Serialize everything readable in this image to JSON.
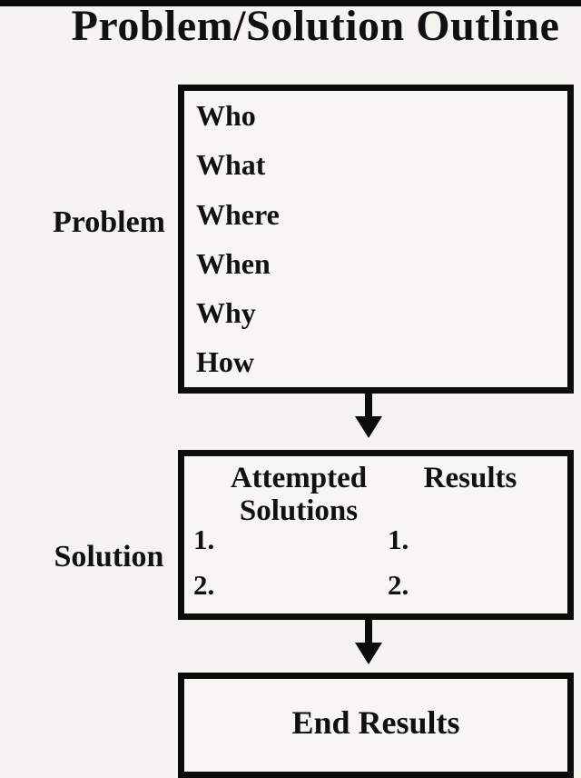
{
  "page": {
    "title": "Problem/Solution Outline",
    "background_color": "#f5f4f1",
    "ink_color": "#0b0b0b"
  },
  "diagram": {
    "problem": {
      "label": "Problem",
      "items": [
        "Who",
        "What",
        "Where",
        "When",
        "Why",
        "How"
      ]
    },
    "solution": {
      "label": "Solution",
      "col1_header": "Attempted Solutions",
      "col2_header": "Results",
      "col1_items": [
        "1.",
        "2."
      ],
      "col2_items": [
        "1.",
        "2."
      ]
    },
    "end": {
      "label": "End Results"
    }
  }
}
